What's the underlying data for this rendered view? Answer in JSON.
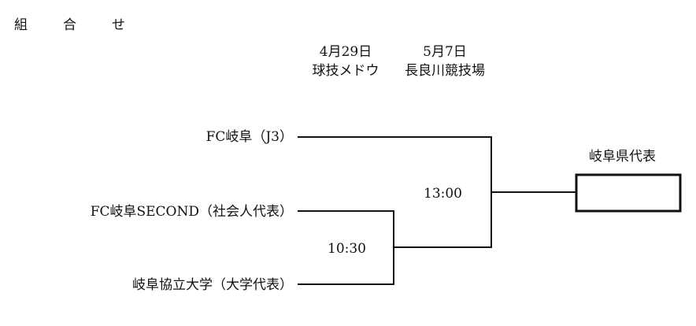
{
  "title": [
    "組",
    "合",
    "せ"
  ],
  "rounds": [
    {
      "date": "4月29日",
      "venue": "球技メドウ"
    },
    {
      "date": "5月7日",
      "venue": "長良川競技場"
    }
  ],
  "teams": [
    "FC岐阜（J3）",
    "FC岐阜SECOND（社会人代表）",
    "岐阜協立大学（大学代表）"
  ],
  "match_times": {
    "semifinal": "10:30",
    "final": "13:00"
  },
  "winner_label": "岐阜県代表",
  "winner_value": ""
}
